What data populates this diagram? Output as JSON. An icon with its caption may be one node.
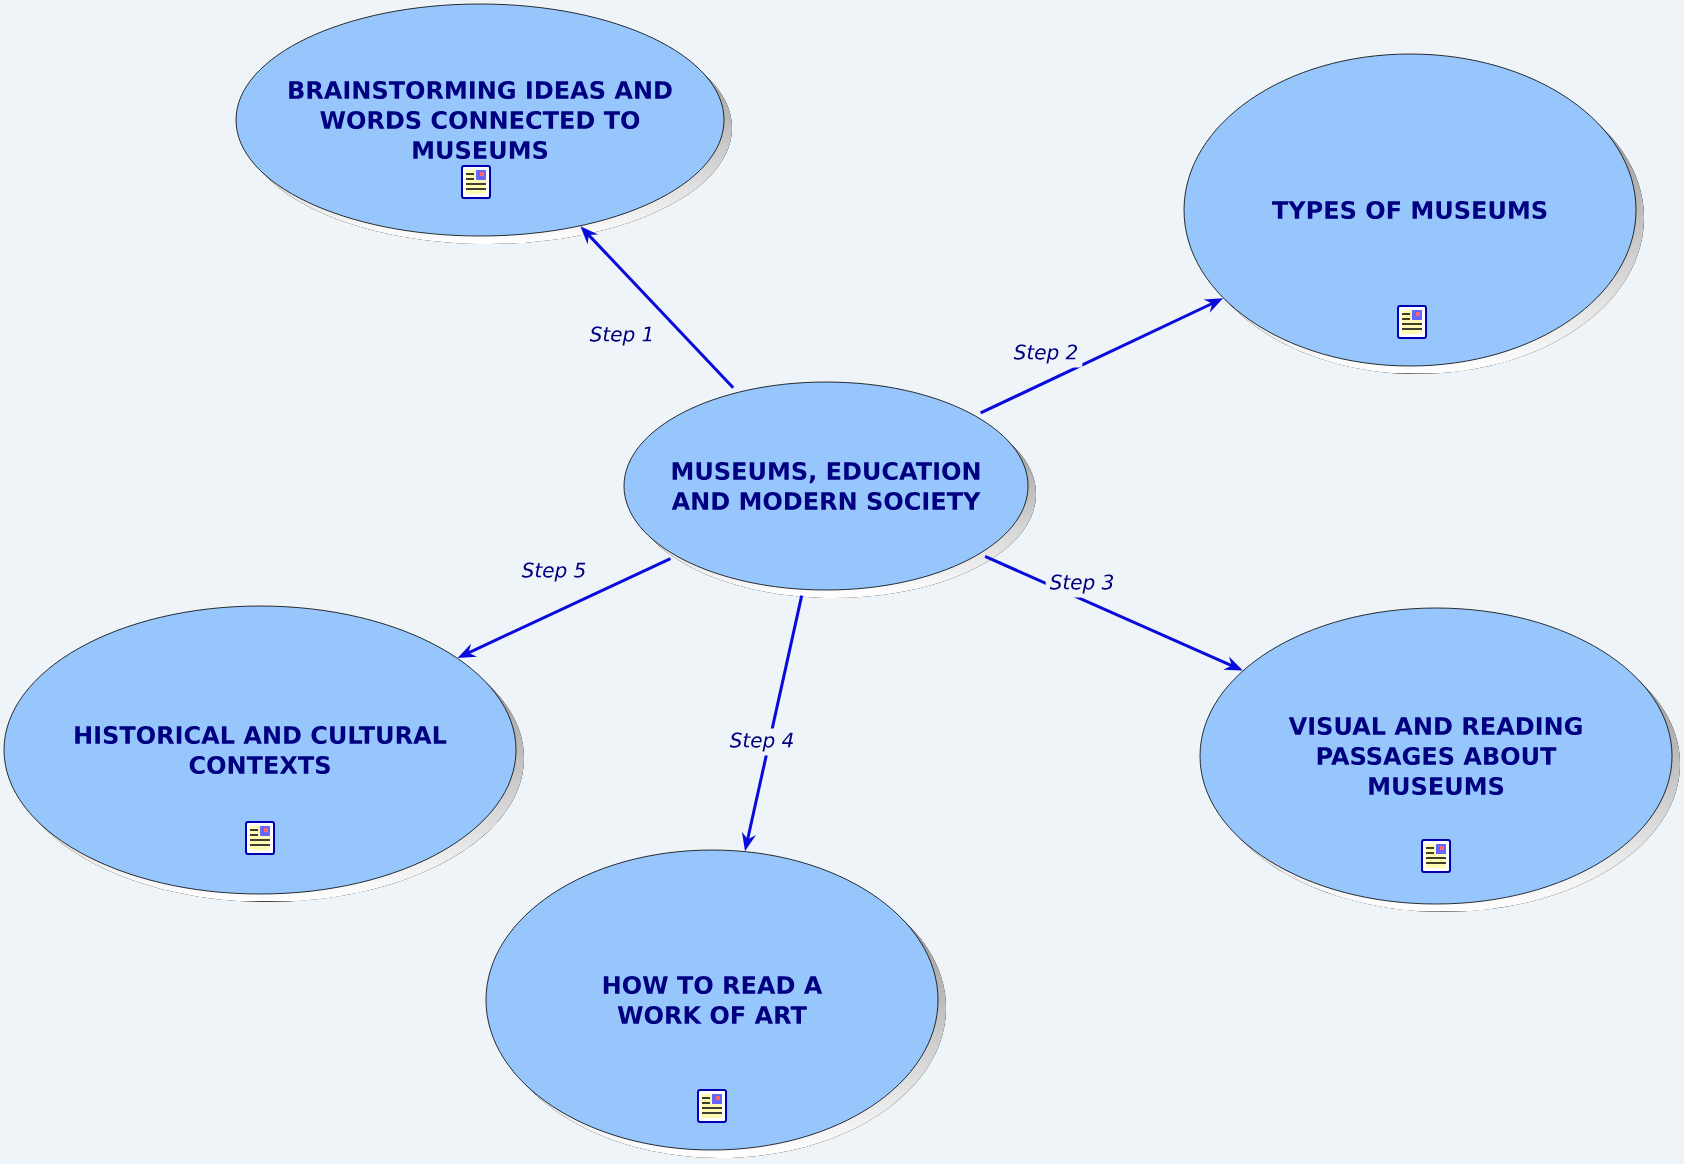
{
  "diagram": {
    "nodes": [
      {
        "text": [
          "MUSEUMS, EDUCATION AND MODERN SOCIETY"
        ]
      },
      {
        "text": [
          "BRAINSTORMING IDEAS AND WORDS CONNECTED TO MUSEUMS"
        ]
      },
      {
        "text": [
          "TYPES OF MUSEUMS"
        ]
      },
      {
        "text": [
          "VISUAL AND READING PASSAGES ABOUT MUSEUMS"
        ]
      },
      {
        "text": [
          "HOW TO READ A WORK OF ART"
        ]
      },
      {
        "text": [
          "HISTORICAL AND CULTURAL CONTEXTS"
        ]
      }
    ],
    "edges": [
      {
        "from": 0,
        "to": 1,
        "arrow": "to",
        "label": "Step 1"
      },
      {
        "from": 0,
        "to": 2,
        "arrow": "to",
        "label": "Step 2"
      },
      {
        "from": 0,
        "to": 3,
        "arrow": "to",
        "label": "Step 3"
      },
      {
        "from": 0,
        "to": 4,
        "arrow": "to",
        "label": "Step 4"
      },
      {
        "from": 0,
        "to": 5,
        "arrow": "to",
        "label": "Step 5"
      }
    ]
  }
}
